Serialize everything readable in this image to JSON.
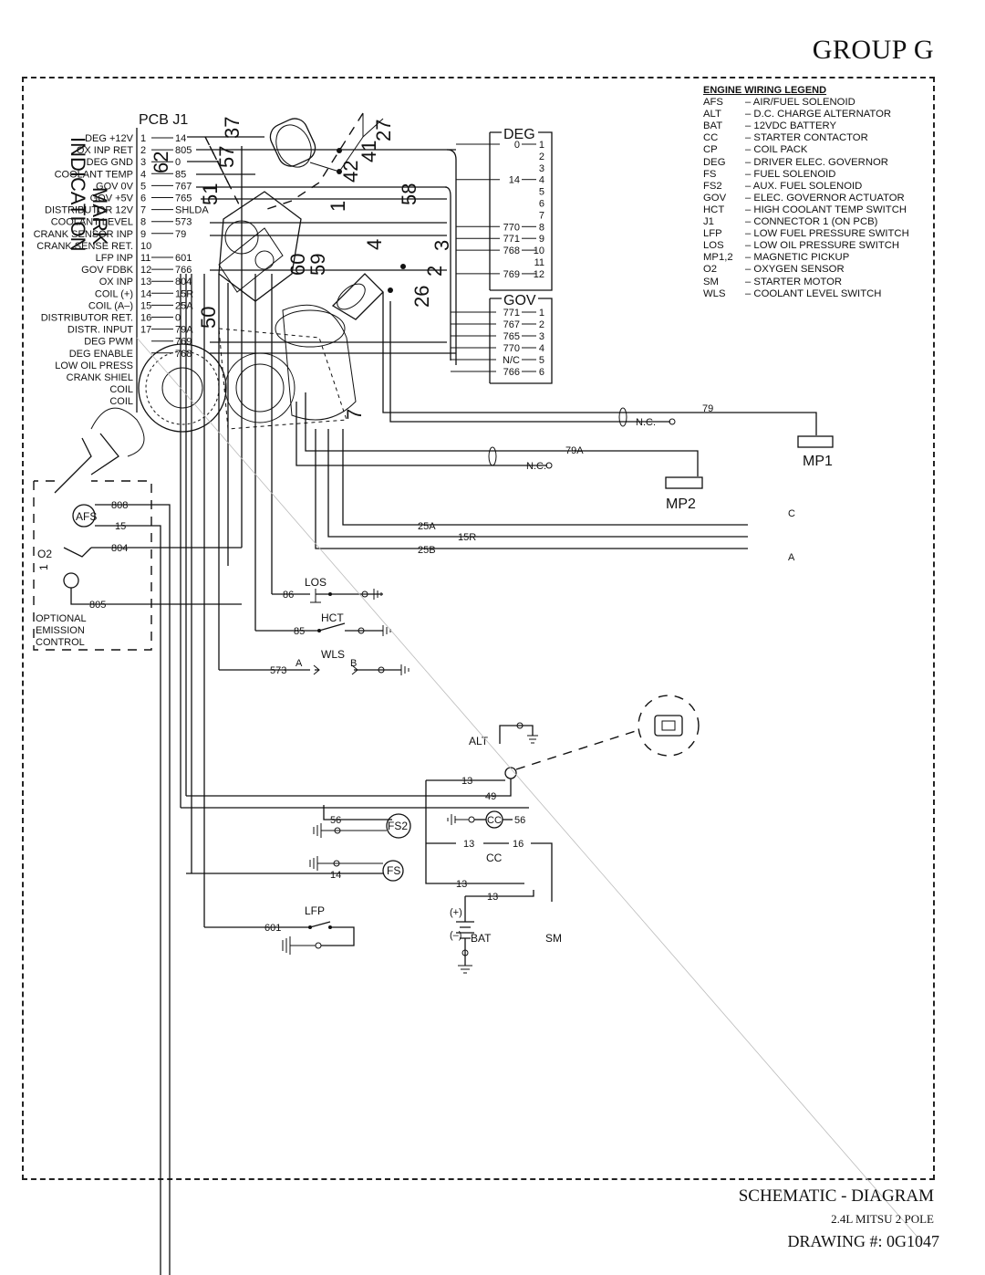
{
  "header": {
    "group": "GROUP G"
  },
  "legend": {
    "title": "ENGINE WIRING LEGEND",
    "entries": [
      {
        "code": "AFS",
        "desc": "– AIR/FUEL SOLENOID"
      },
      {
        "code": "ALT",
        "desc": "– D.C. CHARGE ALTERNATOR"
      },
      {
        "code": "BAT",
        "desc": "– 12VDC BATTERY"
      },
      {
        "code": "CC",
        "desc": "– STARTER CONTACTOR"
      },
      {
        "code": "CP",
        "desc": "– COIL PACK"
      },
      {
        "code": "DEG",
        "desc": "– DRIVER ELEC. GOVERNOR"
      },
      {
        "code": "FS",
        "desc": "– FUEL SOLENOID"
      },
      {
        "code": "FS2",
        "desc": "– AUX. FUEL SOLENOID"
      },
      {
        "code": "GOV",
        "desc": "– ELEC. GOVERNOR ACTUATOR"
      },
      {
        "code": "HCT",
        "desc": "– HIGH COOLANT TEMP SWITCH"
      },
      {
        "code": "J1",
        "desc": "– CONNECTOR 1 (ON PCB)"
      },
      {
        "code": "LFP",
        "desc": "– LOW FUEL PRESSURE SWITCH"
      },
      {
        "code": "LOS",
        "desc": "– LOW OIL PRESSURE SWITCH"
      },
      {
        "code": "MP1,2",
        "desc": "– MAGNETIC PICKUP"
      },
      {
        "code": "O2",
        "desc": "– OXYGEN SENSOR"
      },
      {
        "code": "SM",
        "desc": "– STARTER MOTOR"
      },
      {
        "code": "WLS",
        "desc": "– COOLANT LEVEL SWITCH"
      }
    ]
  },
  "pcb": {
    "title": "PCB J1",
    "pins": [
      {
        "name": "DEG +12V",
        "pin": "1",
        "wire": "14"
      },
      {
        "name": "OX INP RET",
        "pin": "2",
        "wire": "805"
      },
      {
        "name": "DEG GND",
        "pin": "3",
        "wire": "0"
      },
      {
        "name": "COOLANT TEMP",
        "pin": "4",
        "wire": "85"
      },
      {
        "name": "GOV 0V",
        "pin": "5",
        "wire": "767"
      },
      {
        "name": "GOV +5V",
        "pin": "6",
        "wire": "765"
      },
      {
        "name": "DISTRIBUTOR 12V",
        "pin": "7",
        "wire": "SHLDA"
      },
      {
        "name": "COOLANT LEVEL",
        "pin": "8",
        "wire": "573"
      },
      {
        "name": "CRANK SENSOR INP",
        "pin": "9",
        "wire": "79"
      },
      {
        "name": "CRANK SENSE RET.",
        "pin": "10",
        "wire": ""
      },
      {
        "name": "LFP INP",
        "pin": "11",
        "wire": "601"
      },
      {
        "name": "GOV FDBK",
        "pin": "12",
        "wire": "766"
      },
      {
        "name": "OX INP",
        "pin": "13",
        "wire": "804"
      },
      {
        "name": "COIL (+)",
        "pin": "14",
        "wire": "15R"
      },
      {
        "name": "COIL (A–)",
        "pin": "15",
        "wire": "25A"
      },
      {
        "name": "DISTRIBUTOR RET.",
        "pin": "16",
        "wire": "0"
      },
      {
        "name": "DISTR. INPUT",
        "pin": "17",
        "wire": "79A"
      },
      {
        "name": "DEG PWM",
        "pin": "",
        "wire": "769"
      },
      {
        "name": "DEG ENABLE",
        "pin": "",
        "wire": "768"
      },
      {
        "name": "LOW OIL PRESS",
        "pin": "",
        "wire": ""
      },
      {
        "name": "CRANK SHIEL",
        "pin": "",
        "wire": ""
      },
      {
        "name": "COIL",
        "pin": "",
        "wire": ""
      },
      {
        "name": "COIL",
        "pin": "",
        "wire": ""
      }
    ],
    "vertical_labels": [
      "INDICATION",
      "MARK"
    ]
  },
  "deg": {
    "title": "DEG",
    "rows": [
      {
        "wire": "0",
        "pin": "1"
      },
      {
        "wire": "",
        "pin": "2"
      },
      {
        "wire": "",
        "pin": "3"
      },
      {
        "wire": "14",
        "pin": "4"
      },
      {
        "wire": "",
        "pin": "5"
      },
      {
        "wire": "",
        "pin": "6"
      },
      {
        "wire": "",
        "pin": "7"
      },
      {
        "wire": "770",
        "pin": "8"
      },
      {
        "wire": "771",
        "pin": "9"
      },
      {
        "wire": "768",
        "pin": "10"
      },
      {
        "wire": "",
        "pin": "11"
      },
      {
        "wire": "769",
        "pin": "12"
      }
    ]
  },
  "gov": {
    "title": "GOV",
    "rows": [
      {
        "wire": "771",
        "pin": "1"
      },
      {
        "wire": "767",
        "pin": "2"
      },
      {
        "wire": "765",
        "pin": "3"
      },
      {
        "wire": "770",
        "pin": "4"
      },
      {
        "wire": "N/C",
        "pin": "5"
      },
      {
        "wire": "766",
        "pin": "6"
      }
    ]
  },
  "component_numbers": [
    "37",
    "42",
    "41",
    "27",
    "57",
    "51",
    "1",
    "58",
    "4",
    "3",
    "2",
    "60",
    "59",
    "26",
    "50",
    "62",
    "7"
  ],
  "pickups": {
    "mp1": "MP1",
    "mp2": "MP2",
    "w79": "79",
    "w79a": "79A",
    "nc": "N.C."
  },
  "coil": {
    "w25a": "25A",
    "w15r": "15R",
    "w25b": "25B",
    "c": "C",
    "a": "A"
  },
  "emission": {
    "labels": [
      "OPTIONAL",
      "EMISSION",
      "CONTROL"
    ],
    "afs": "AFS",
    "o2": "O2",
    "w808": "808",
    "w15": "15",
    "w804": "804",
    "w805": "805",
    "one": "1"
  },
  "switches": {
    "los": "LOS",
    "w86": "86",
    "hct": "HCT",
    "w85": "85",
    "wls": "WLS",
    "w573": "573",
    "a": "A",
    "b": "B"
  },
  "lower": {
    "alt": "ALT",
    "w13a": "13",
    "w49": "49",
    "w56a": "56",
    "fs2": "FS2",
    "cc_node": "CC",
    "w56b": "56",
    "w13b": "13",
    "w16": "16",
    "cc": "CC",
    "fs": "FS",
    "w14": "14",
    "w13c": "13",
    "w13d": "13",
    "lfp": "LFP",
    "w601": "601",
    "plus": "(+)",
    "minus": "(–)",
    "bat": "BAT",
    "sm": "SM"
  },
  "footer": {
    "title": "SCHEMATIC - DIAGRAM",
    "subtitle": "2.4L MITSU 2 POLE",
    "drawing": "DRAWING #: 0G1047"
  }
}
